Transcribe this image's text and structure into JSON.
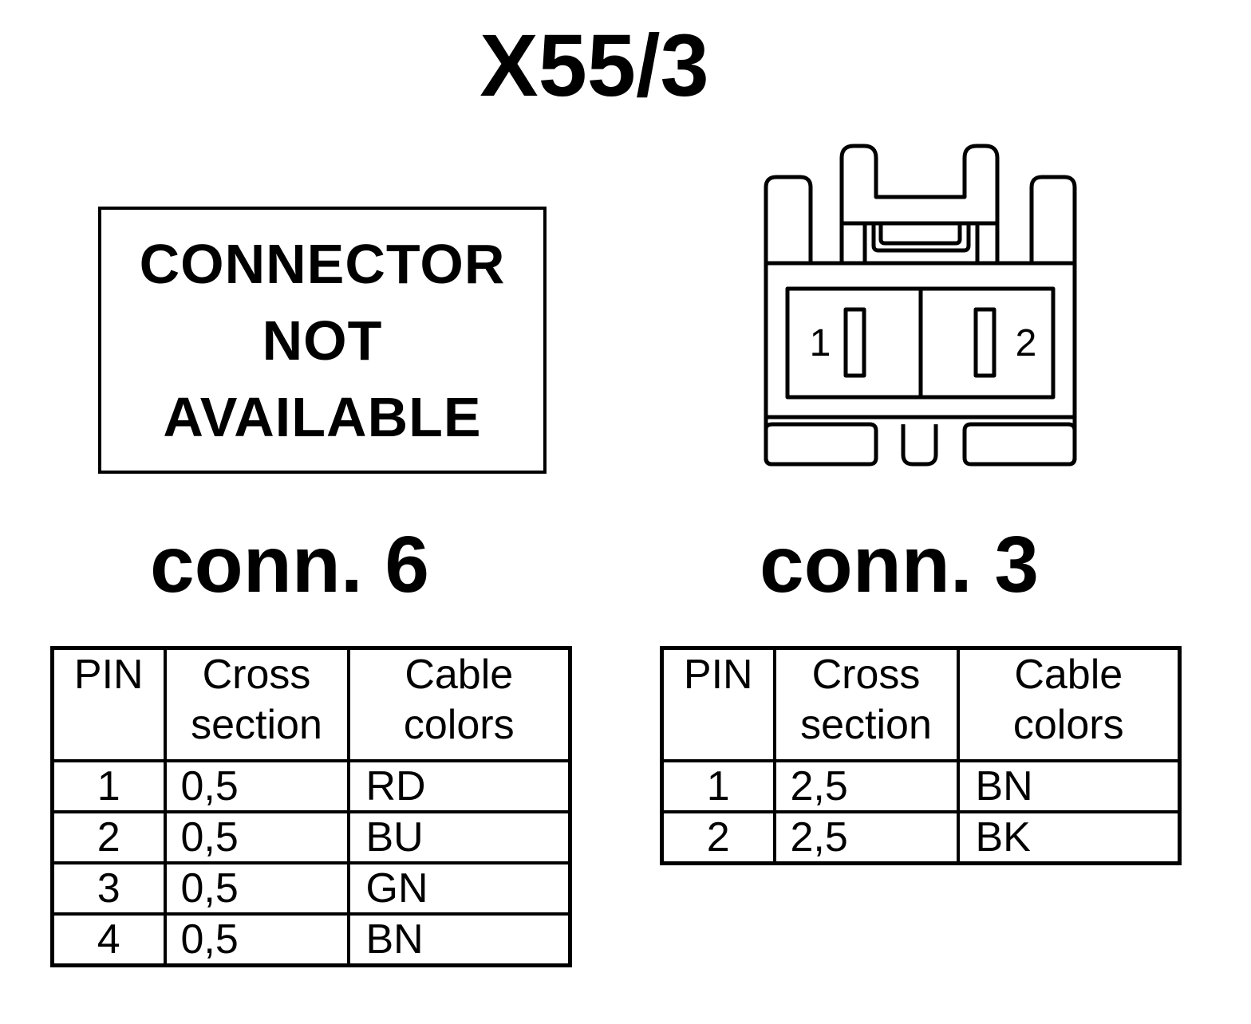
{
  "title": "X55/3",
  "not_available": {
    "lines": [
      "CONNECTOR",
      "NOT",
      "AVAILABLE"
    ]
  },
  "connector_drawing": {
    "pin_labels": [
      "1",
      "2"
    ]
  },
  "conn6": {
    "label": "conn. 6",
    "headers": {
      "pin": "PIN",
      "cross_line1": "Cross",
      "cross_line2": "section",
      "colors_line1": "Cable",
      "colors_line2": "colors"
    },
    "rows": [
      {
        "pin": "1",
        "cross": "0,5",
        "color": "RD"
      },
      {
        "pin": "2",
        "cross": "0,5",
        "color": "BU"
      },
      {
        "pin": "3",
        "cross": "0,5",
        "color": "GN"
      },
      {
        "pin": "4",
        "cross": "0,5",
        "color": "BN"
      }
    ]
  },
  "conn3": {
    "label": "conn. 3",
    "headers": {
      "pin": "PIN",
      "cross_line1": "Cross",
      "cross_line2": "section",
      "colors_line1": "Cable",
      "colors_line2": "colors"
    },
    "rows": [
      {
        "pin": "1",
        "cross": "2,5",
        "color": "BN"
      },
      {
        "pin": "2",
        "cross": "2,5",
        "color": "BK"
      }
    ]
  }
}
